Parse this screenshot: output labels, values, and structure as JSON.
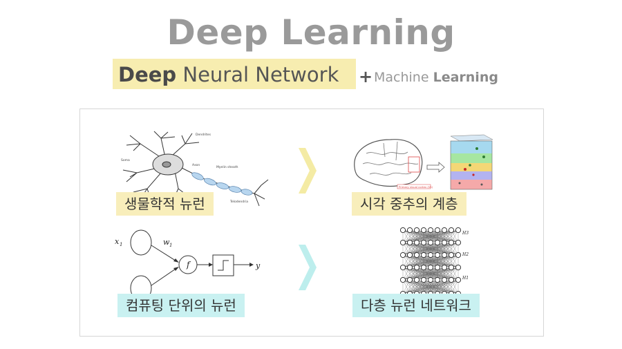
{
  "title": "Deep Learning",
  "subtitle": {
    "bold": "Deep",
    "rest": "Neural Network",
    "plus": "+",
    "ml_light": "Machine",
    "ml_bold": "Learning"
  },
  "panels": {
    "bio_neuron": {
      "label": "생물학적 뉴런",
      "diagram_texts": [
        "Dendrites",
        "Soma",
        "Axon",
        "Myelin sheath",
        "Telodendria"
      ]
    },
    "visual_cortex": {
      "label": "시각 중추의 계층",
      "diagram_texts": [
        "Primary visual cortex (V1)"
      ]
    },
    "computing_neuron": {
      "label": "컴퓨팅 단위의 뉴런",
      "diagram_texts": {
        "x1": "x",
        "x1_sub": "1",
        "w1": "w",
        "w1_sub": "1",
        "f": "f",
        "y": "y"
      }
    },
    "multilayer": {
      "label": "다층 뉴런 네트워크",
      "diagram_texts": [
        "H3",
        "H2",
        "H1"
      ]
    }
  },
  "colors": {
    "title": "#9a9a9a",
    "highlight_yellow": "#f7edb0",
    "highlight_cyan": "#c9f1f1",
    "arrow_yellow": "#f4eba4",
    "arrow_cyan": "#bdeeed"
  }
}
